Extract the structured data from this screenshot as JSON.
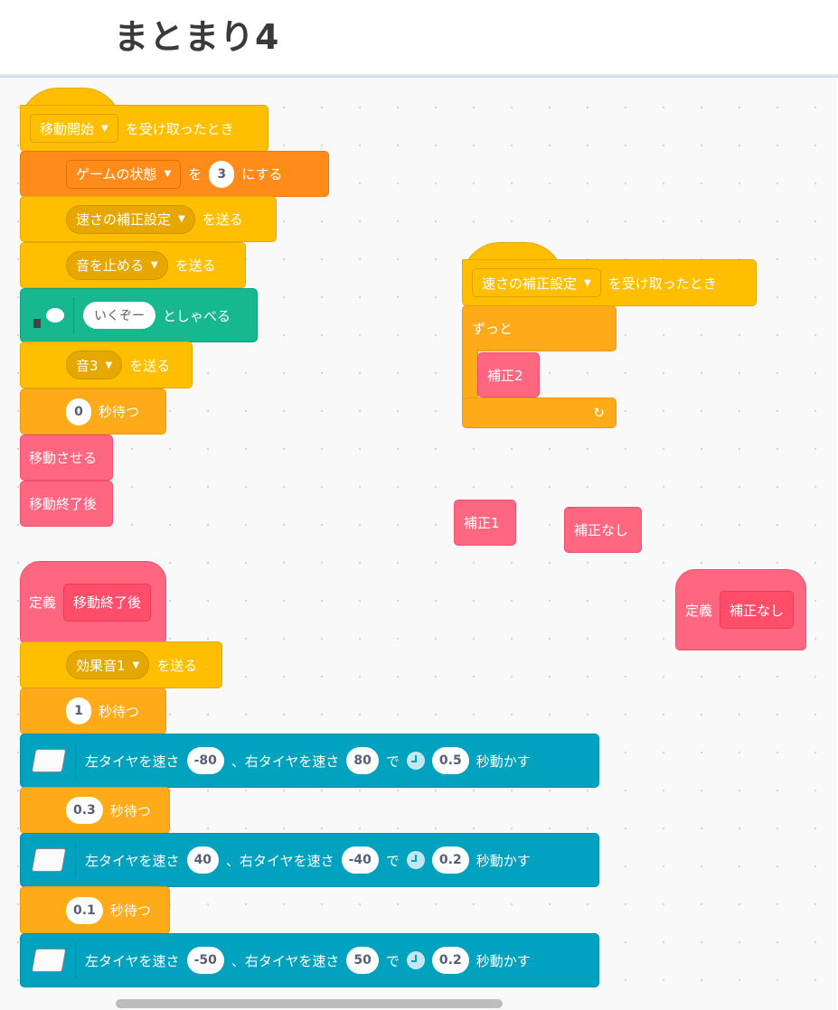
{
  "title": "まとまり4",
  "script1": {
    "hat": {
      "dropdown": "移動開始",
      "text": "を受け取ったとき"
    },
    "set_var": {
      "var": "ゲームの状態",
      "to": "を",
      "value": "3",
      "suffix": "にする"
    },
    "broadcast1": {
      "msg": "速さの補正設定",
      "text": "を送る"
    },
    "broadcast2": {
      "msg": "音を止める",
      "text": "を送る"
    },
    "speak": {
      "value": "いくぞー",
      "text": "としゃべる"
    },
    "broadcast3": {
      "msg": "音3",
      "text": "を送る"
    },
    "wait": {
      "value": "0",
      "text": "秒待つ"
    },
    "call1": "移動させる",
    "call2": "移動終了後"
  },
  "script2": {
    "hat": {
      "dropdown": "速さの補正設定",
      "text": "を受け取ったとき"
    },
    "forever": "ずっと",
    "inner": "補正2"
  },
  "loose": {
    "block1": "補正1",
    "block2": "補正なし"
  },
  "define2": {
    "label": "定義",
    "name": "補正なし"
  },
  "script3": {
    "define": {
      "label": "定義",
      "name": "移動終了後"
    },
    "broadcast": {
      "msg": "効果音1",
      "text": "を送る"
    },
    "wait1": {
      "value": "1",
      "text": "秒待つ"
    },
    "move1": {
      "l_label": "左タイヤを速さ",
      "l": "-80",
      "r_label": "、右タイヤを速さ",
      "r": "80",
      "de": "で",
      "t": "0.5",
      "suffix": "秒動かす"
    },
    "wait2": {
      "value": "0.3",
      "text": "秒待つ"
    },
    "move2": {
      "l_label": "左タイヤを速さ",
      "l": "40",
      "r_label": "、右タイヤを速さ",
      "r": "-40",
      "de": "で",
      "t": "0.2",
      "suffix": "秒動かす"
    },
    "wait3": {
      "value": "0.1",
      "text": "秒待つ"
    },
    "move3": {
      "l_label": "左タイヤを速さ",
      "l": "-50",
      "r_label": "、右タイヤを速さ",
      "r": "50",
      "de": "で",
      "t": "0.2",
      "suffix": "秒動かす"
    }
  },
  "icons": {
    "dropdown_arrow": "▼",
    "loop_arrow": "↻"
  }
}
